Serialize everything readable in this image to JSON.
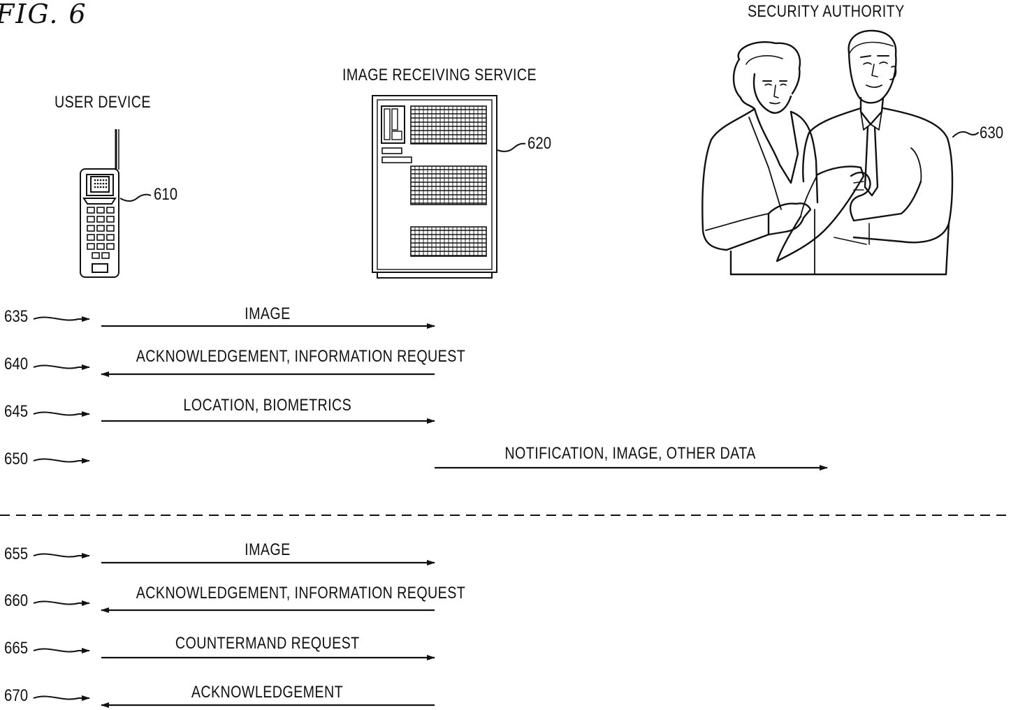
{
  "figure": {
    "title": "FIG. 6"
  },
  "entities": {
    "user_device": {
      "label": "USER DEVICE",
      "ref": "610"
    },
    "image_receiving_service": {
      "label": "IMAGE RECEIVING SERVICE",
      "ref": "620"
    },
    "security_authority": {
      "label": "SECURITY AUTHORITY",
      "ref": "630"
    }
  },
  "messages": [
    {
      "ref": "635",
      "label": "IMAGE",
      "direction": "right"
    },
    {
      "ref": "640",
      "label": "ACKNOWLEDGEMENT, INFORMATION REQUEST",
      "direction": "left"
    },
    {
      "ref": "645",
      "label": "LOCATION, BIOMETRICS",
      "direction": "right"
    },
    {
      "ref": "650",
      "label": "NOTIFICATION, IMAGE, OTHER DATA",
      "direction": "right"
    },
    {
      "ref": "655",
      "label": "IMAGE",
      "direction": "right"
    },
    {
      "ref": "660",
      "label": "ACKNOWLEDGEMENT, INFORMATION REQUEST",
      "direction": "left"
    },
    {
      "ref": "665",
      "label": "COUNTERMAND REQUEST",
      "direction": "right"
    },
    {
      "ref": "670",
      "label": "ACKNOWLEDGEMENT",
      "direction": "left"
    }
  ]
}
